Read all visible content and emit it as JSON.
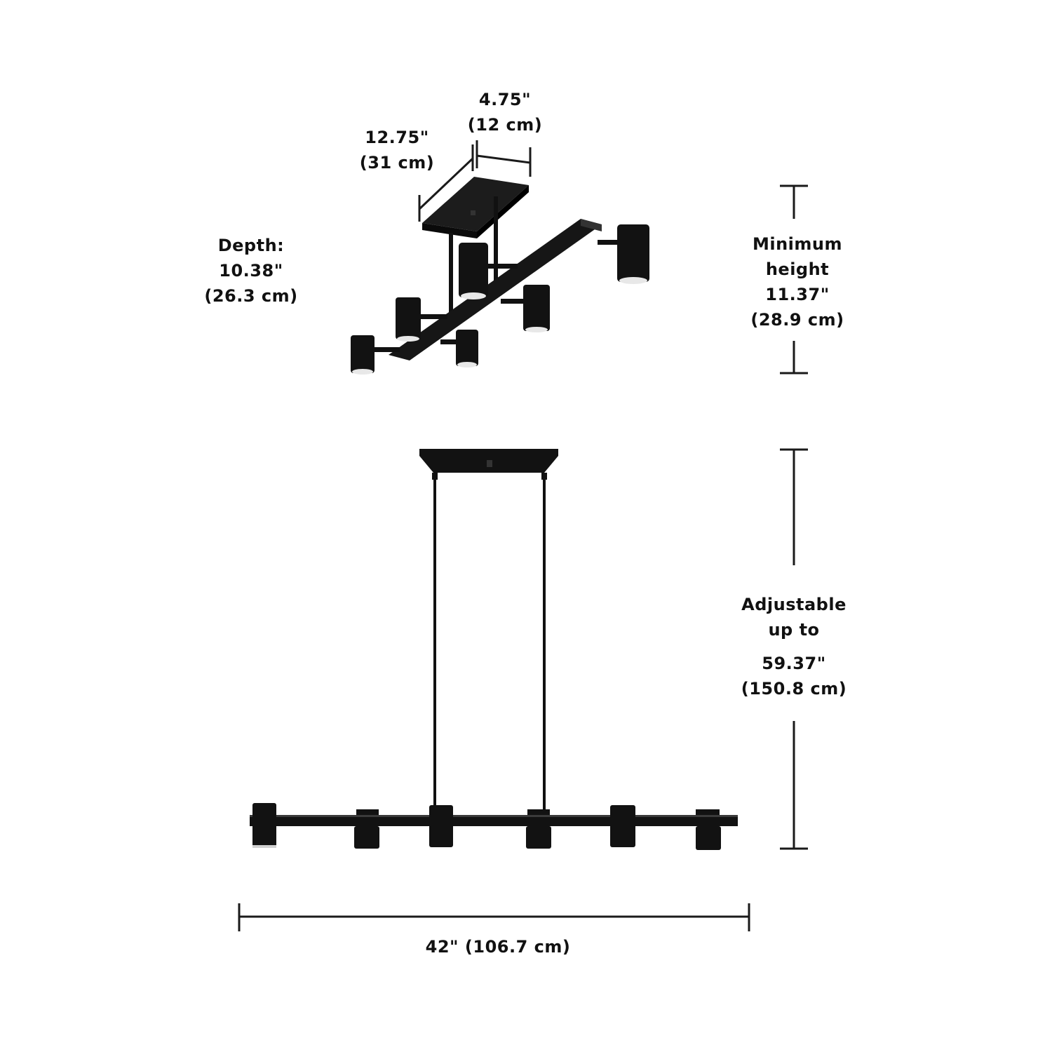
{
  "colors": {
    "fixture": "#111111",
    "lines": "#1a1a1a",
    "text": "#111111",
    "background": "#ffffff",
    "lens": "#e8e8e8"
  },
  "top_view": {
    "canopy_length": {
      "line1": "12.75\"",
      "line2": "(31 cm)"
    },
    "canopy_width": {
      "line1": "4.75\"",
      "line2": "(12 cm)"
    },
    "depth": {
      "line1": "Depth:",
      "line2": "10.38\"",
      "line3": "(26.3 cm)"
    },
    "min_height": {
      "line1": "Minimum",
      "line2": "height",
      "line3": "11.37\"",
      "line4": "(28.9 cm)"
    }
  },
  "front_view": {
    "adjustable": {
      "line1": "Adjustable",
      "line2": "up to",
      "line3": "59.37\"",
      "line4": "(150.8 cm)"
    },
    "width": {
      "line1": "42\" (106.7 cm)"
    }
  }
}
